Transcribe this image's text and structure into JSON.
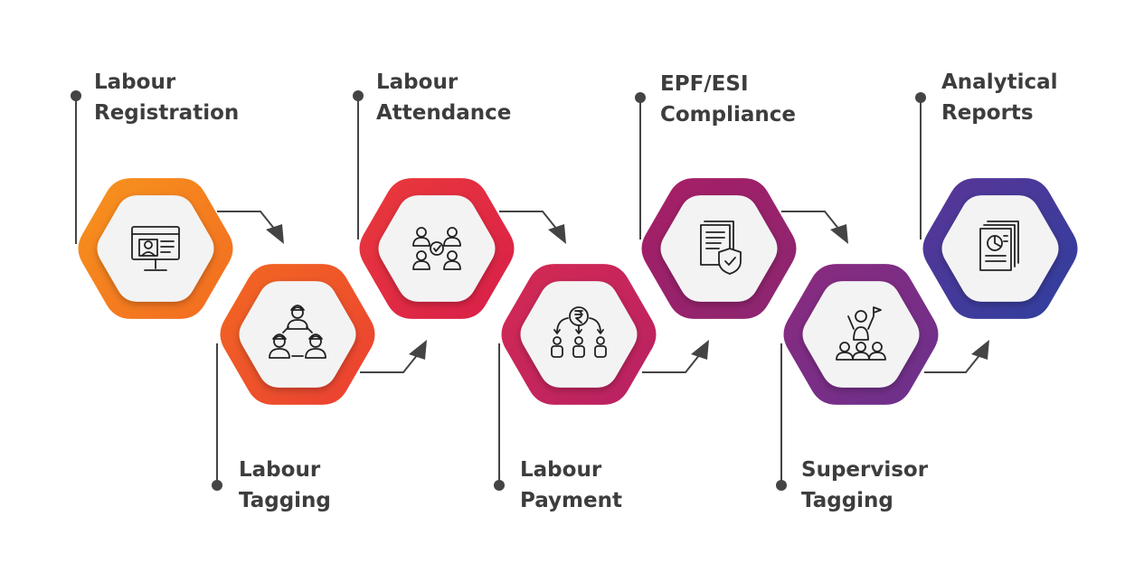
{
  "steps": [
    {
      "line1": "Labour",
      "line2": "Registration",
      "color_start": "#f7941d",
      "color_end": "#f26a21",
      "icon": "computer-user-icon"
    },
    {
      "line1": "Labour",
      "line2": "Tagging",
      "color_start": "#f26a21",
      "color_end": "#ea3d33",
      "icon": "worker-group-icon"
    },
    {
      "line1": "Labour",
      "line2": "Attendance",
      "color_start": "#ea3a3a",
      "color_end": "#d81e4a",
      "icon": "attendance-team-icon"
    },
    {
      "line1": "Labour",
      "line2": "Payment",
      "color_start": "#d42a52",
      "color_end": "#b72164",
      "icon": "rupee-distribution-icon"
    },
    {
      "line1": "EPF/ESI",
      "line2": "Compliance",
      "color_start": "#a81e64",
      "color_end": "#8a2672",
      "icon": "document-shield-icon"
    },
    {
      "line1": "Supervisor",
      "line2": "Tagging",
      "color_start": "#8b2a7e",
      "color_end": "#6a318d",
      "icon": "leader-with-flag-icon"
    },
    {
      "line1": "Analytical",
      "line2": "Reports",
      "color_start": "#5a3597",
      "color_end": "#2e3f9e",
      "icon": "report-documents-icon"
    }
  ]
}
